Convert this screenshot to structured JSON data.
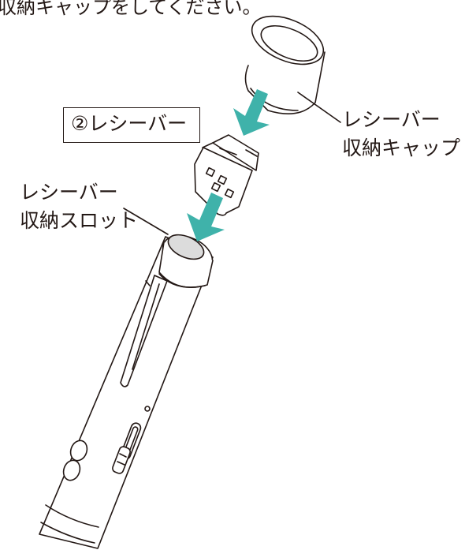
{
  "instruction": "収納キャップをしてください。",
  "step_label": "②レシーバー",
  "cap_label": {
    "line1": "レシーバー",
    "line2": "収納キャップ"
  },
  "slot_label": {
    "line1": "レシーバー",
    "line2": "収納スロット"
  },
  "colors": {
    "arrow": "#3fb2aa",
    "line": "#231815",
    "fill": "#ffffff",
    "receiver_face": "#dcdcdc"
  },
  "icons": [
    "down-arrow-icon",
    "usb-receiver-icon",
    "pen-presenter-icon",
    "receiver-cap-icon"
  ]
}
